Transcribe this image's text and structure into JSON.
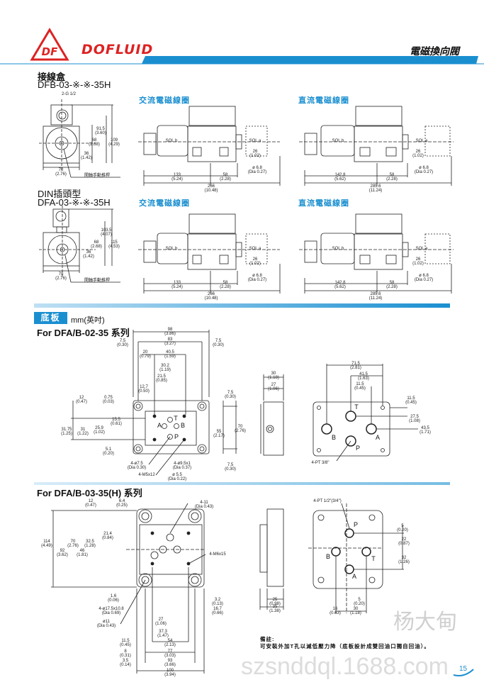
{
  "header": {
    "brand": "DOFLUID",
    "logo_letters": "DF",
    "page_title": "電磁換向閥",
    "accent": "#1a8fd0",
    "brand_color": "#d22222"
  },
  "section1": {
    "dfb_title": "接線盒",
    "dfb_model": "DFB-03-※-※-35H",
    "din_title": "DIN插頭型",
    "din_model": "DFA-03-※-※-35H",
    "ac_coil": "交流電磁線圈",
    "dc_coil": "直流電磁線圈"
  },
  "section2": {
    "badge": "底板",
    "unit": "mm(英吋)",
    "series_02": "For  DFA/B-02-35 系列",
    "series_03": "For  DFA/B-03-35(H) 系列"
  },
  "drawings": {
    "dfb_front": [
      {
        "t": "2-G 1/2"
      },
      {
        "mm": "91.5",
        "in": "(3.60)"
      },
      {
        "mm": "68",
        "in": "(2.68)"
      },
      {
        "mm": "109",
        "in": "(4.29)"
      },
      {
        "mm": "36",
        "in": "(1.42)"
      },
      {
        "mm": "70",
        "in": "(2.76)"
      },
      {
        "t": "開軸手動推桿"
      }
    ],
    "din_front": [
      {
        "mm": "103.5",
        "in": "(4.07)"
      },
      {
        "mm": "68",
        "in": "(2.68)"
      },
      {
        "mm": "115",
        "in": "(4.53)"
      },
      {
        "mm": "36",
        "in": "(1.42)"
      },
      {
        "mm": "70",
        "in": "(2.76)"
      },
      {
        "t": "開軸手動推桿"
      }
    ],
    "ac_side": [
      {
        "t": "SOL b"
      },
      {
        "t": "SOL a"
      },
      {
        "mm": "26",
        "in": "(1.02)"
      },
      {
        "mm": "ø 6.8",
        "in": "(Dia 0.27)"
      },
      {
        "mm": "133",
        "in": "(5.24)"
      },
      {
        "mm": "58",
        "in": "(2.28)"
      },
      {
        "mm": "266",
        "in": "(10.48)"
      }
    ],
    "dc_side": [
      {
        "t": "SOL b"
      },
      {
        "t": "SOL a"
      },
      {
        "mm": "26",
        "in": "(1.02)"
      },
      {
        "mm": "ø 6.8",
        "in": "(Dia 0.27)"
      },
      {
        "mm": "142.8",
        "in": "(5.62)"
      },
      {
        "mm": "58",
        "in": "(2.28)"
      },
      {
        "mm": "285.6",
        "in": "(11.24)"
      }
    ],
    "plate02_front": [
      {
        "mm": "98",
        "in": "(3.86)"
      },
      {
        "mm": "7.5",
        "in": "(0.30)"
      },
      {
        "mm": "83",
        "in": "(3.27)"
      },
      {
        "mm": "7.5",
        "in": "(0.30)"
      },
      {
        "mm": "20",
        "in": "(0.79)"
      },
      {
        "mm": "40.5",
        "in": "(1.59)"
      },
      {
        "mm": "30.2",
        "in": "(1.19)"
      },
      {
        "mm": "21.5",
        "in": "(0.85)"
      },
      {
        "mm": "12.7",
        "in": "(0.50)"
      },
      {
        "mm": "12",
        "in": "(0.47)"
      },
      {
        "mm": "0.75",
        "in": "(0.03)"
      },
      {
        "mm": "15.5",
        "in": "(0.61)"
      },
      {
        "mm": "31.75",
        "in": "(1.25)"
      },
      {
        "mm": "31",
        "in": "(1.22)"
      },
      {
        "mm": "25.9",
        "in": "(1.02)"
      },
      {
        "mm": "5.1",
        "in": "(0.20)"
      },
      {
        "mm": "4-ø7.5",
        "in": "(Dia 0.30)"
      },
      {
        "t": "4-M5x12"
      },
      {
        "mm": "4-ø9.5x1",
        "in": "(Dia 0.37)"
      },
      {
        "mm": "ø 5.5",
        "in": "(Dia 0.22)"
      },
      {
        "mm": "7.5",
        "in": "(0.30)"
      },
      {
        "mm": "55",
        "in": "(2.17)"
      },
      {
        "mm": "70",
        "in": "(2.76)"
      },
      {
        "mm": "7.5",
        "in": "(0.30)"
      }
    ],
    "plate02_ports": [
      "T",
      "A",
      "B",
      "P"
    ],
    "plate02_side": [
      {
        "mm": "30",
        "in": "(1.18)"
      },
      {
        "mm": "27",
        "in": "(1.06)"
      }
    ],
    "plate02_bottom": [
      {
        "mm": "71.5",
        "in": "(2.81)"
      },
      {
        "mm": "41.5",
        "in": "(1.63)"
      },
      {
        "mm": "11.5",
        "in": "(0.45)"
      },
      {
        "t": "4-PT 3/8\""
      },
      {
        "mm": "11.5",
        "in": "(0.45)"
      },
      {
        "mm": "27.5",
        "in": "(1.08)"
      },
      {
        "mm": "43.5",
        "in": "(1.71)"
      }
    ],
    "plate02_bottom_ports": [
      "T",
      "B",
      "A",
      "P"
    ],
    "plate03_front": [
      {
        "mm": "12",
        "in": "(0.47)"
      },
      {
        "mm": "6.4",
        "in": "(0.25)"
      },
      {
        "mm": "4-11",
        "in": "(Dia 0.43)"
      },
      {
        "mm": "114",
        "in": "(4.49)"
      },
      {
        "mm": "92",
        "in": "(3.62)"
      },
      {
        "mm": "70",
        "in": "(2.76)"
      },
      {
        "mm": "46",
        "in": "(1.81)"
      },
      {
        "mm": "32.5",
        "in": "(1.28)"
      },
      {
        "mm": "21.4",
        "in": "(0.84)"
      },
      {
        "t": "4-M6x15"
      },
      {
        "mm": "1.6",
        "in": "(0.06)"
      },
      {
        "mm": "4-ø17.5x10.8",
        "in": "(Dia 0.69)"
      },
      {
        "mm": "ø11",
        "in": "(Dia 0.43)"
      },
      {
        "mm": "3.2",
        "in": "(0.13)"
      },
      {
        "mm": "16.7",
        "in": "(0.66)"
      },
      {
        "mm": "27",
        "in": "(1.06)"
      },
      {
        "mm": "37.3",
        "in": "(1.47)"
      },
      {
        "mm": "11.5",
        "in": "(0.45)"
      },
      {
        "mm": "54",
        "in": "(2.13)"
      },
      {
        "mm": "8",
        "in": "(0.31)"
      },
      {
        "mm": "77",
        "in": "(3.03)"
      },
      {
        "mm": "3.5",
        "in": "(0.14)"
      },
      {
        "mm": "93",
        "in": "(3.66)"
      },
      {
        "mm": "100",
        "in": "(3.94)"
      }
    ],
    "plate03_side": [
      {
        "mm": "25",
        "in": "(0.98)"
      },
      {
        "mm": "35",
        "in": "(1.38)"
      }
    ],
    "plate03_bottom": [
      {
        "t": "4-PT 1/2\"(3/4\")"
      },
      {
        "mm": "5",
        "in": "(0.20)"
      },
      {
        "mm": "22",
        "in": "(0.87)"
      },
      {
        "mm": "32",
        "in": "(1.26)"
      },
      {
        "mm": "5",
        "in": "(0.20)"
      },
      {
        "mm": "16",
        "in": "(0.63)"
      },
      {
        "mm": "30",
        "in": "(1.18)"
      }
    ],
    "plate03_bottom_ports": [
      "P",
      "B",
      "T",
      "A"
    ]
  },
  "note": {
    "label": "備註:",
    "text": "可安裝外加T孔以減低壓力降（底板設計成雙回油口獨自回油）。"
  },
  "watermark": {
    "name": "杨大甸",
    "site": "szsnddql.1688.com"
  },
  "page_number": "15"
}
